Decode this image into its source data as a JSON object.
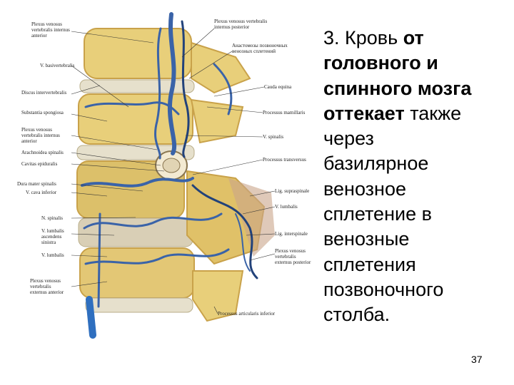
{
  "illustration": {
    "labels_left": [
      "Plexus venosus",
      "vertebralis internus",
      "anterior",
      "V. basivertebralis",
      "Discus intervertebralis",
      "Substantia spongiosa",
      "Plexus venosus",
      "vertebralis internus",
      "anterior",
      "Arachnoidea spinalis",
      "Cavitas epiduralis",
      "Dura mater spinalis",
      "V. cava inferior",
      "N. spinalis",
      "V. lumbalis",
      "ascendens",
      "sinistra",
      "V. lumbalis",
      "Plexus venosus",
      "vertebralis",
      "externus anterior"
    ],
    "labels_right": [
      "Plexus venosus vertebralis",
      "internus posterior",
      "Анастомозы позвоночных",
      "венозных сплетений",
      "Cauda equina",
      "Processus mamillaris",
      "V. spinalis",
      "Processus transversus",
      "Lig. supraspinale",
      "V. lumbalis",
      "Lig. interspinale",
      "Plexus venosus",
      "vertebralis",
      "externus posterior",
      "Processus articularis inferior"
    ]
  },
  "text": {
    "lines": [
      {
        "normal": "3. Кровь ",
        "bold": "от"
      },
      {
        "normal": "",
        "bold": "головного и"
      },
      {
        "normal": "",
        "bold": "спинного мозга"
      },
      {
        "normal": " также",
        "bold": "оттекает",
        "bold_first": true
      },
      {
        "normal": "через",
        "bold": ""
      },
      {
        "normal": "базилярное",
        "bold": ""
      },
      {
        "normal": "венозное",
        "bold": ""
      },
      {
        "normal": "сплетение в",
        "bold": ""
      },
      {
        "normal": "венозные",
        "bold": ""
      },
      {
        "normal": "сплетения",
        "bold": ""
      },
      {
        "normal": "позвоночного",
        "bold": ""
      },
      {
        "normal": "столба.",
        "bold": ""
      }
    ]
  },
  "page_number": "37",
  "colors": {
    "bone": "#e8cf7a",
    "bone_dark": "#c9a24a",
    "disc": "#e6e0cc",
    "vein": "#3a63a8",
    "vein_dark": "#22427a",
    "muscle": "#c9a58a"
  }
}
